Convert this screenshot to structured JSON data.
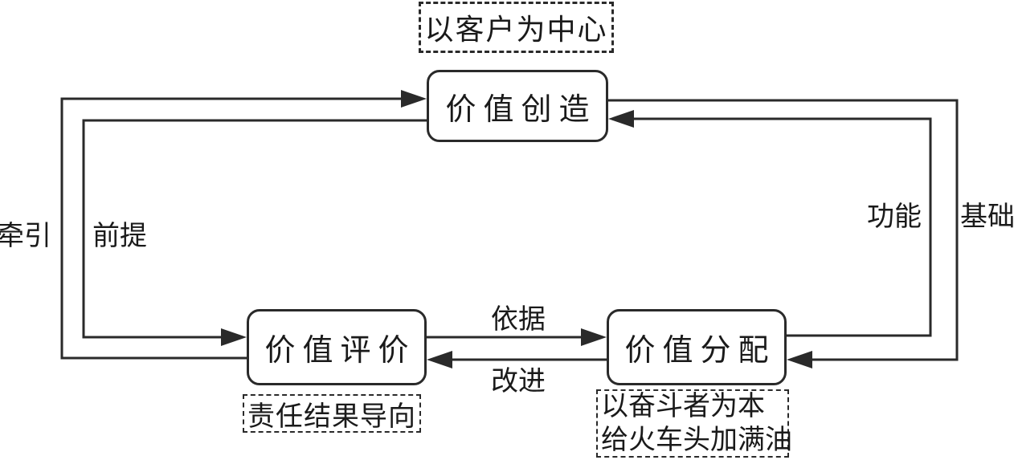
{
  "diagram": {
    "nodes": {
      "creation": {
        "label": "价值创造"
      },
      "evaluation": {
        "label": "价值评价"
      },
      "distribution": {
        "label": "价值分配"
      }
    },
    "annotations": {
      "customer_centric": "以客户为中心",
      "result_oriented": "责任结果导向",
      "strivers": {
        "lines": [
          "以奋斗者为本",
          "给火车头加满油"
        ]
      }
    },
    "edge_labels": {
      "traction": "牵引",
      "premise": "前提",
      "basis": "依据",
      "improvement": "改进",
      "function": "功能",
      "foundation": "基础"
    },
    "edges": [
      {
        "from": "evaluation",
        "to": "creation",
        "label": "牵引"
      },
      {
        "from": "creation",
        "to": "evaluation",
        "label": "前提"
      },
      {
        "from": "evaluation",
        "to": "distribution",
        "label": "依据"
      },
      {
        "from": "distribution",
        "to": "evaluation",
        "label": "改进"
      },
      {
        "from": "distribution",
        "to": "creation",
        "label": "功能"
      },
      {
        "from": "creation",
        "to": "distribution",
        "label": "基础"
      }
    ],
    "colors": {
      "line": "#2a2a2a",
      "text": "#1a1a1a",
      "background": "#ffffff"
    }
  }
}
